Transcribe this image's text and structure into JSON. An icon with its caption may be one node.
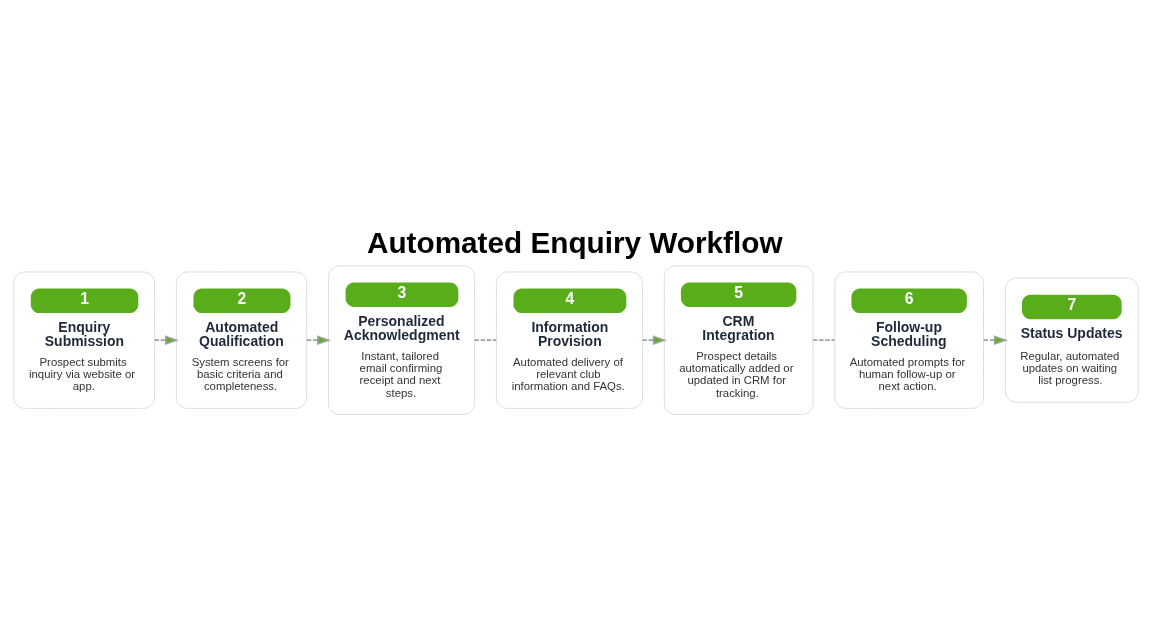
{
  "diagram": {
    "title": "Automated Enquiry Workflow",
    "nodes": [
      {
        "text": [
          "1",
          "Enquiry Submission",
          "Prospect submits inquiry via website or app."
        ]
      },
      {
        "text": [
          "2",
          "Automated Qualification",
          "System screens for basic criteria and completeness."
        ]
      },
      {
        "text": [
          "3",
          "Personalized Acknowledgment",
          "Instant, tailored email confirming receipt and next steps."
        ]
      },
      {
        "text": [
          "4",
          "Information Provision",
          "Automated delivery of relevant club information and FAQs."
        ]
      },
      {
        "text": [
          "5",
          "CRM Integration",
          "Prospect details automatically added or updated in CRM for tracking."
        ]
      },
      {
        "text": [
          "6",
          "Follow-up Scheduling",
          "Automated prompts for human follow-up or next action."
        ]
      },
      {
        "text": [
          "7",
          "Status Updates",
          "Regular, automated updates on waiting list progress."
        ]
      }
    ],
    "edges": [
      {
        "from": 0,
        "to": 1,
        "arrow": "to",
        "style": "dashed"
      },
      {
        "from": 1,
        "to": 2,
        "arrow": "to",
        "style": "dashed"
      },
      {
        "from": 2,
        "to": 3,
        "arrow": "none",
        "style": "dashed"
      },
      {
        "from": 3,
        "to": 4,
        "arrow": "to",
        "style": "dashed"
      },
      {
        "from": 4,
        "to": 5,
        "arrow": "none",
        "style": "dashed"
      },
      {
        "from": 5,
        "to": 6,
        "arrow": "to",
        "style": "dashed"
      }
    ]
  }
}
